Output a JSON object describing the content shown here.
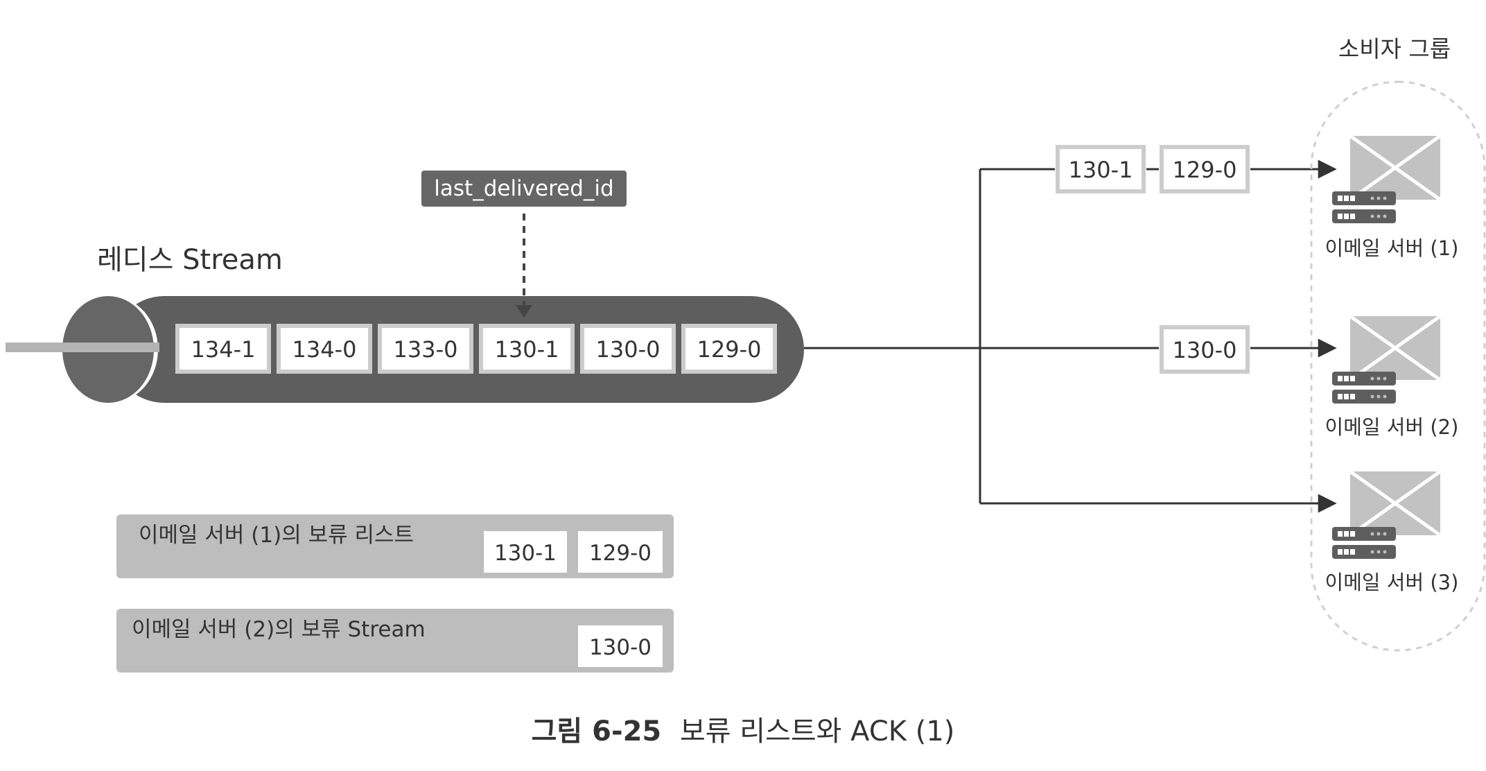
{
  "stream": {
    "title": "레디스 Stream",
    "entries": [
      "134-1",
      "134-0",
      "133-0",
      "130-1",
      "130-0",
      "129-0"
    ]
  },
  "pointer": {
    "label": "last_delivered_id"
  },
  "consumer_group": {
    "title": "소비자 그룹",
    "servers": [
      {
        "label": "이메일 서버 (1)"
      },
      {
        "label": "이메일 서버 (2)"
      },
      {
        "label": "이메일 서버 (3)"
      }
    ]
  },
  "deliveries": {
    "server1": [
      "130-1",
      "129-0"
    ],
    "server2": [
      "130-0"
    ]
  },
  "pending_lists": [
    {
      "title": "이메일 서버 (1)의 보류 리스트",
      "items": [
        "130-1",
        "129-0"
      ]
    },
    {
      "title": "이메일 서버 (2)의 보류 Stream",
      "items": [
        "130-0"
      ]
    }
  ],
  "caption": {
    "number": "그림 6-25",
    "text": "보류 리스트와 ACK (1)"
  },
  "colors": {
    "tube": "#5e5e5e",
    "tube_end": "#6a6a6a",
    "label_bg": "#666666",
    "box_border": "#cccccc",
    "pending_bg": "#bdbdbd",
    "line": "#333333",
    "icon_envelope": "#c2c2c2",
    "icon_server": "#5e5e5e"
  }
}
